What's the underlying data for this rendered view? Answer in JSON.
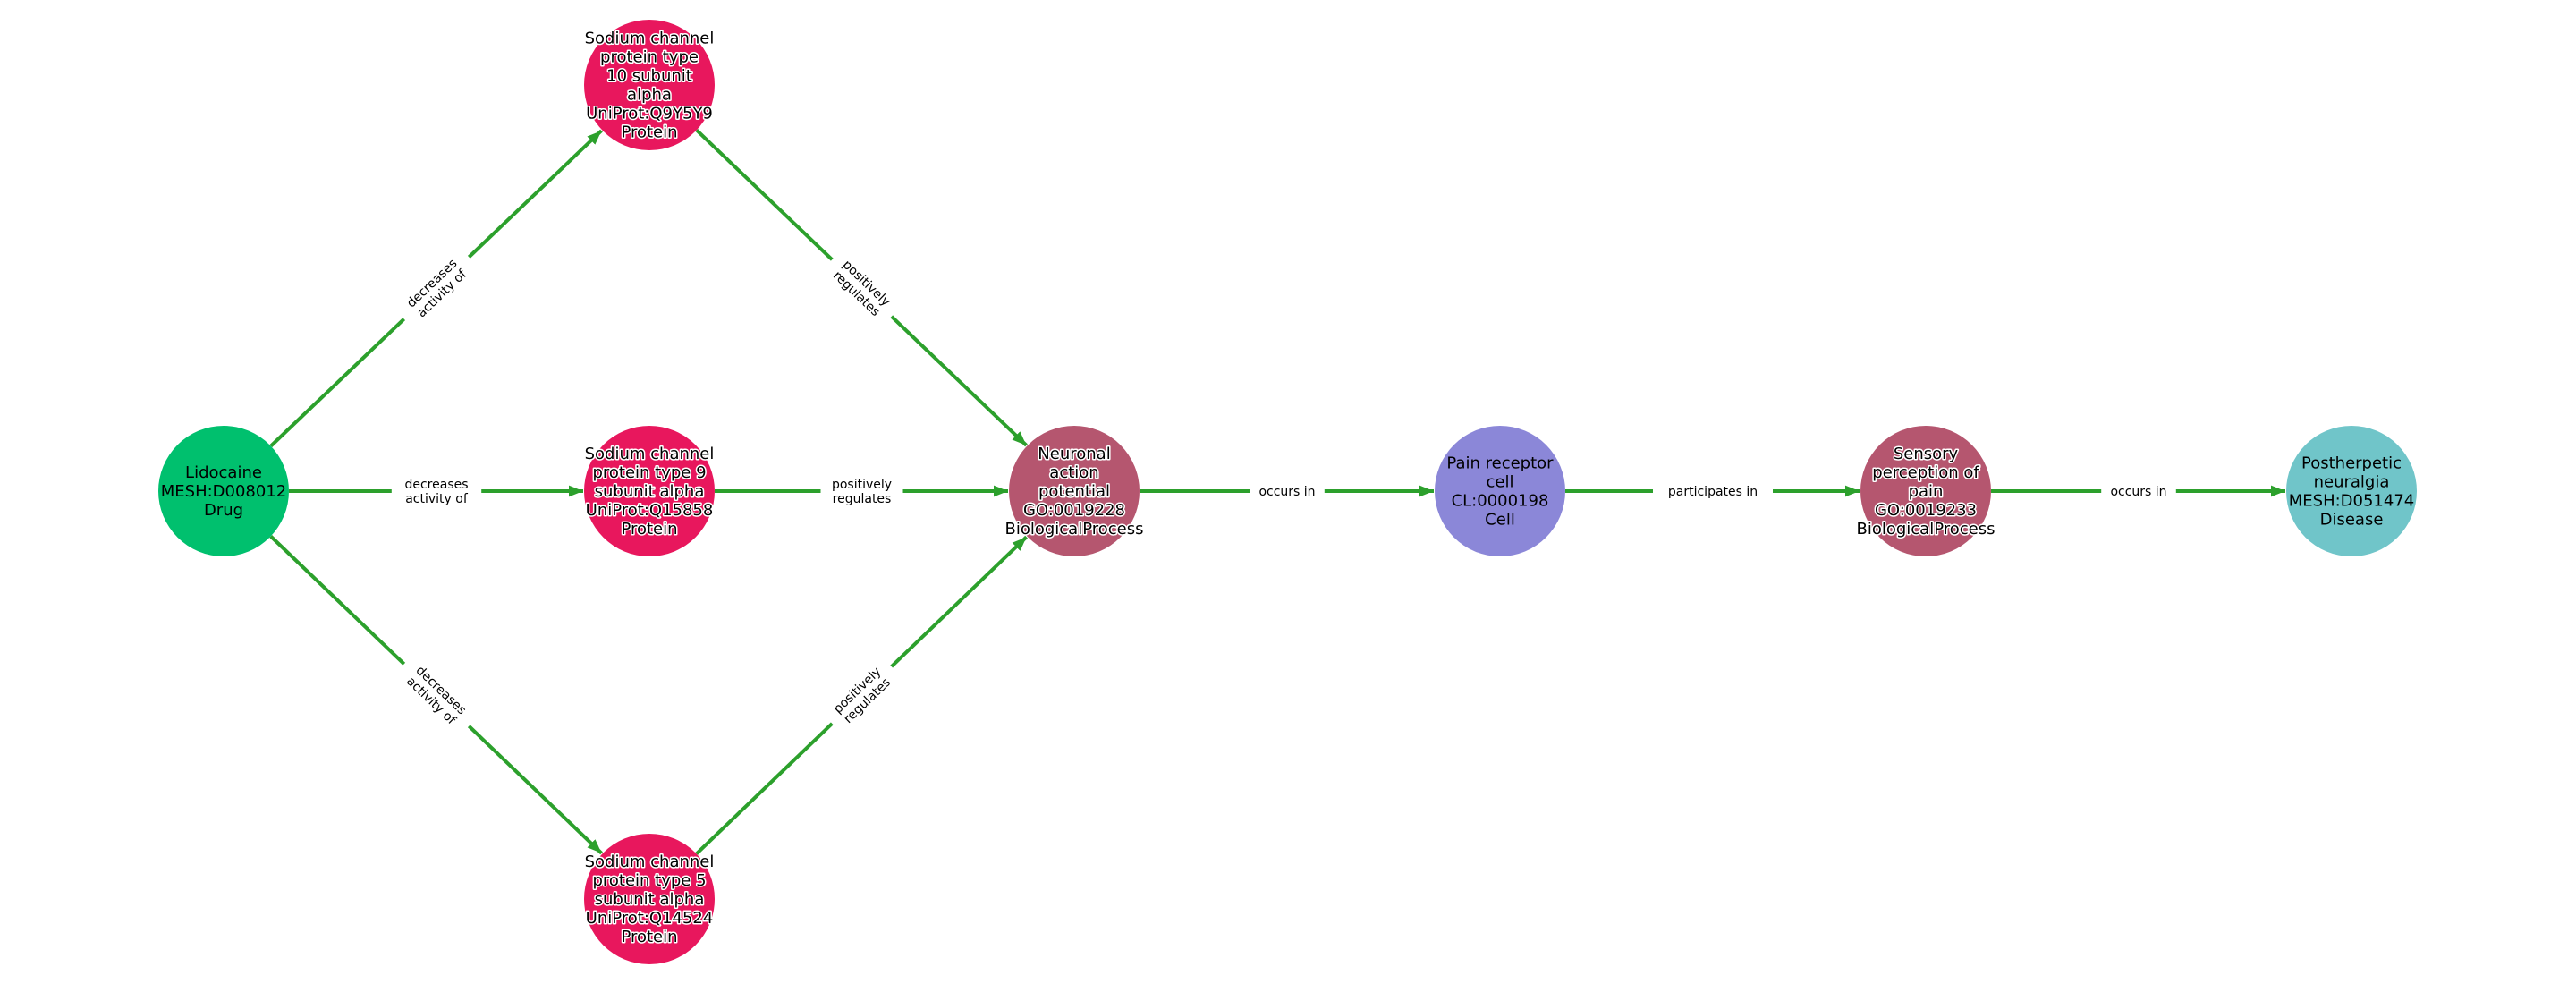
{
  "colors": {
    "edge": "#2ca02c",
    "Drug": "#00c06e",
    "Protein": "#e8175d",
    "BiologicalProcess": "#b5566f",
    "Cell": "#8b87d8",
    "Disease": "#70c5c9"
  },
  "nodes": [
    {
      "id": "lidocaine",
      "type": "Drug",
      "halo": false,
      "lines": [
        "Lidocaine",
        "MESH:D008012",
        "Drug"
      ]
    },
    {
      "id": "scn10a",
      "type": "Protein",
      "halo": true,
      "lines": [
        "Sodium channel",
        "protein type",
        "10 subunit",
        "alpha",
        "UniProt:Q9Y5Y9",
        "Protein"
      ]
    },
    {
      "id": "scn9a",
      "type": "Protein",
      "halo": true,
      "lines": [
        "Sodium channel",
        "protein type 9",
        "subunit alpha",
        "UniProt:Q15858",
        "Protein"
      ]
    },
    {
      "id": "scn5a",
      "type": "Protein",
      "halo": true,
      "lines": [
        "Sodium channel",
        "protein type 5",
        "subunit alpha",
        "UniProt:Q14524",
        "Protein"
      ]
    },
    {
      "id": "neuronal",
      "type": "BiologicalProcess",
      "halo": true,
      "lines": [
        "Neuronal",
        "action",
        "potential",
        "GO:0019228",
        "BiologicalProcess"
      ]
    },
    {
      "id": "pain_cell",
      "type": "Cell",
      "halo": false,
      "lines": [
        "Pain receptor",
        "cell",
        "CL:0000198",
        "Cell"
      ]
    },
    {
      "id": "sensory",
      "type": "BiologicalProcess",
      "halo": true,
      "lines": [
        "Sensory",
        "perception of",
        "pain",
        "GO:0019233",
        "BiologicalProcess"
      ]
    },
    {
      "id": "pհn",
      "type": "Disease",
      "halo": false,
      "lines": [
        "Postherpetic",
        "neuralgia",
        "MESH:D051474",
        "Disease"
      ]
    }
  ],
  "edges": [
    {
      "source": "lidocaine",
      "target": "scn10a",
      "lines": [
        "decreases",
        "activity of"
      ]
    },
    {
      "source": "lidocaine",
      "target": "scn9a",
      "lines": [
        "decreases",
        "activity of"
      ]
    },
    {
      "source": "lidocaine",
      "target": "scn5a",
      "lines": [
        "decreases",
        "activity of"
      ]
    },
    {
      "source": "scn10a",
      "target": "neuronal",
      "lines": [
        "positively",
        "regulates"
      ]
    },
    {
      "source": "scn9a",
      "target": "neuronal",
      "lines": [
        "positively",
        "regulates"
      ]
    },
    {
      "source": "scn5a",
      "target": "neuronal",
      "lines": [
        "positively",
        "regulates"
      ]
    },
    {
      "source": "neuronal",
      "target": "pain_cell",
      "lines": [
        "occurs in"
      ]
    },
    {
      "source": "pain_cell",
      "target": "sensory",
      "lines": [
        "participates in"
      ]
    },
    {
      "source": "sensory",
      "target": "pհn",
      "lines": [
        "occurs in"
      ]
    }
  ]
}
